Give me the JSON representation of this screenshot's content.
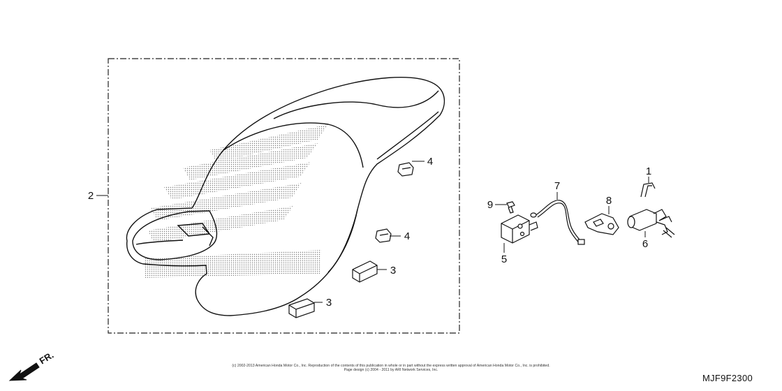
{
  "callouts": [
    {
      "id": "1",
      "label": "1"
    },
    {
      "id": "2",
      "label": "2"
    },
    {
      "id": "3a",
      "label": "3"
    },
    {
      "id": "3b",
      "label": "3"
    },
    {
      "id": "4a",
      "label": "4"
    },
    {
      "id": "4b",
      "label": "4"
    },
    {
      "id": "5",
      "label": "5"
    },
    {
      "id": "6",
      "label": "6"
    },
    {
      "id": "7",
      "label": "7"
    },
    {
      "id": "8",
      "label": "8"
    },
    {
      "id": "9",
      "label": "9"
    }
  ],
  "front_indicator": {
    "label": "FR."
  },
  "footer": {
    "copyright_line_1": "(c) 2002-2013 American Honda Motor Co., Inc. Reproduction of the contents of this publication in whole or in part without the express written approval of American Honda Motor Co., Inc. is prohibited.",
    "copyright_line_2": "Page design (c) 2004 - 2011 by ARI Network Services, Inc.",
    "diagram_code": "MJF9F2300"
  }
}
